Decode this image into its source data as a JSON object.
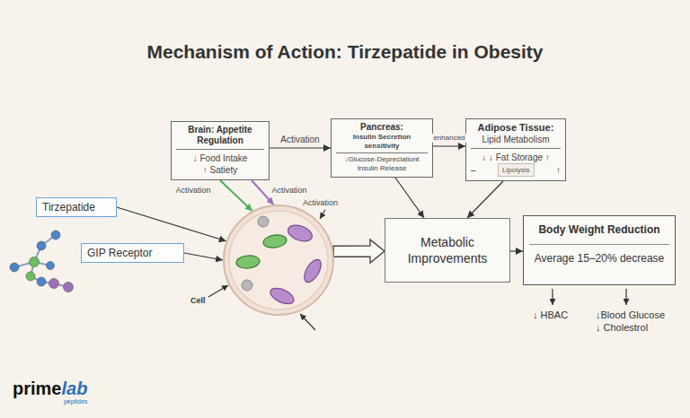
{
  "diagram": {
    "title": "Mechanism of Action: Tirzepatide in Obesity",
    "nodes": [
      {
        "text": [
          "Brain: Appetite Regulation",
          "↓ Food Intake",
          "↑ Satiety"
        ]
      },
      {
        "text": [
          "Pancreas:",
          "Insulin Secretion sensitivity",
          "↓Glucose-Depreciationt Insulin Release"
        ]
      },
      {
        "text": [
          "Adipose Tissue:",
          "Lipid Metabolism",
          "↓ ↓ Fat Storage ↑",
          "–",
          "Lipolysis",
          "↑"
        ]
      },
      {
        "text": [
          "Tirzepatide"
        ]
      },
      {
        "text": [
          "GIP Receptor"
        ]
      },
      {
        "text": [
          "Cell"
        ]
      },
      {
        "text": [
          "Metabolic Improvements"
        ]
      },
      {
        "text": [
          "Body Weight Reduction",
          "Average 15–20% decrease"
        ]
      }
    ],
    "edges": [
      {
        "from": 0,
        "to": 1,
        "arrow": "to",
        "label": "Activation"
      },
      {
        "from": 1,
        "to": 2,
        "arrow": "to",
        "label": "enhanced"
      },
      {
        "from": 0,
        "to": 5,
        "arrow": "to",
        "label": "Activation"
      },
      {
        "from": 0,
        "to": 5,
        "arrow": "to",
        "label": "Activation"
      },
      {
        "from": 3,
        "to": 5,
        "arrow": "to"
      },
      {
        "from": 4,
        "to": 5,
        "arrow": "to"
      },
      {
        "from": 5,
        "to": 6,
        "arrow": "to"
      },
      {
        "from": 1,
        "to": 6,
        "arrow": "to"
      },
      {
        "from": 2,
        "to": 6,
        "arrow": "to"
      },
      {
        "from": 6,
        "to": 7,
        "arrow": "to"
      }
    ],
    "labels": [
      "Activation",
      "↓ HBAC",
      "↓Blood Glucose",
      "↓ Cholestrol",
      "prime",
      "lab",
      "peptides"
    ]
  }
}
